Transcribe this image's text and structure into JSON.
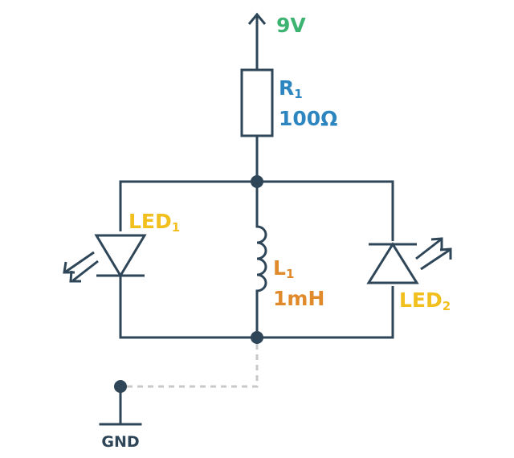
{
  "supply": {
    "label": "9V",
    "color": "#3cb371"
  },
  "resistor": {
    "name": "R",
    "index": "1",
    "value": "100Ω",
    "color": "#2e86c1"
  },
  "inductor": {
    "name": "L",
    "index": "1",
    "value": "1mH",
    "color": "#e08a2c"
  },
  "led1": {
    "name": "LED",
    "index": "1",
    "color": "#f2c01e"
  },
  "led2": {
    "name": "LED",
    "index": "2",
    "color": "#f2c01e"
  },
  "ground": {
    "label": "GND",
    "color": "#2e4658"
  }
}
